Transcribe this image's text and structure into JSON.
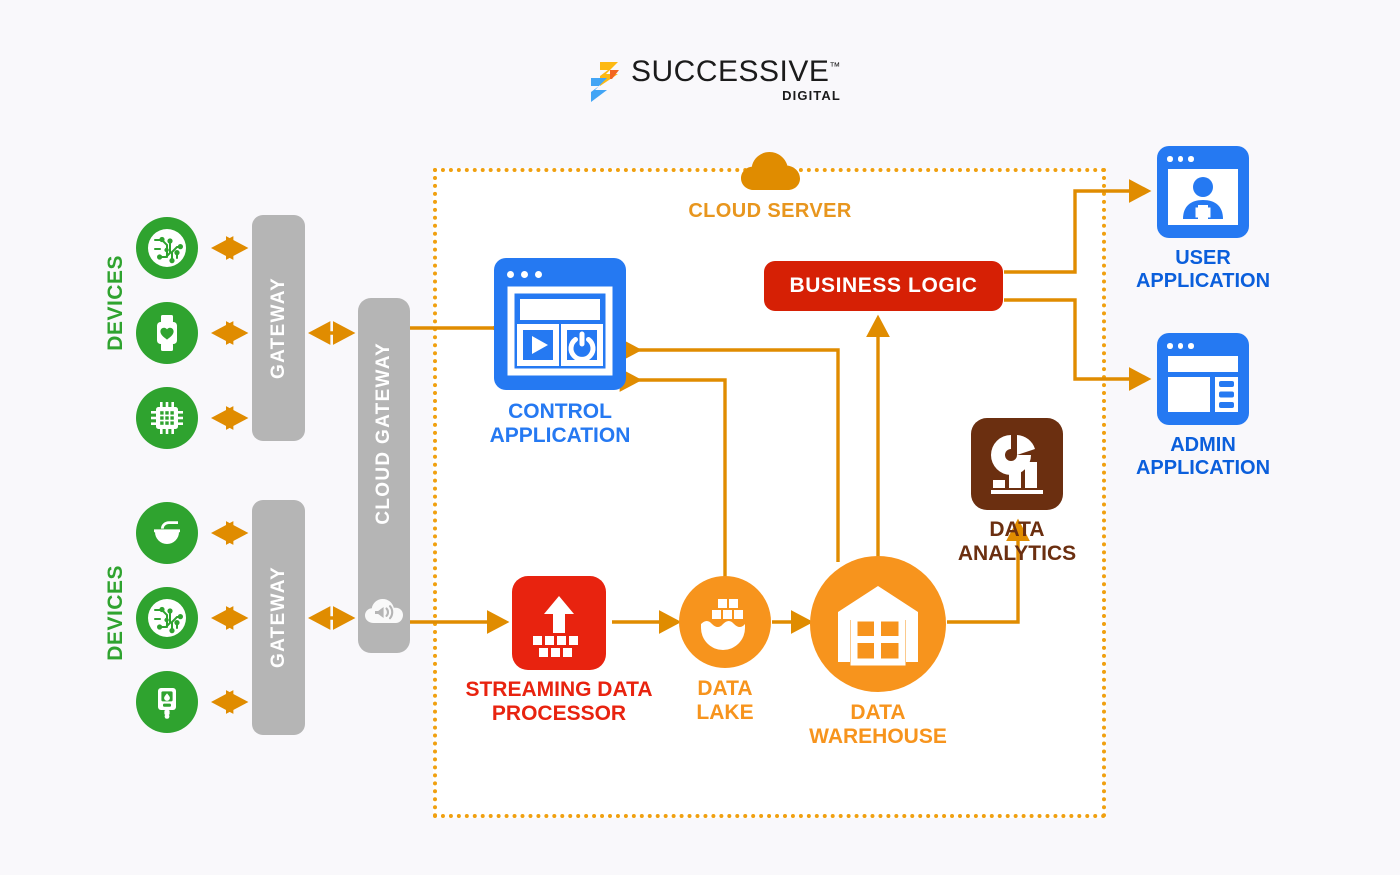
{
  "brand": {
    "name": "SUCCESSIVE",
    "tm": "™",
    "sub": "DIGITAL",
    "mark_colors": {
      "yellow": "#fdb913",
      "orange": "#f26522",
      "blue": "#42a5f5"
    }
  },
  "colors": {
    "background": "#f9f8fb",
    "boundary_dotted": "#f0a010",
    "device_green": "#2fa32f",
    "gateway_gray": "#b5b5b5",
    "app_blue": "#2579f2",
    "business_logic_red": "#d62005",
    "stream_processor_red": "#e8230f",
    "data_orange": "#f7941d",
    "analytics_brown": "#6b2f10",
    "cloud_server_orange": "#e8961e",
    "arrow_orange": "#e08c00"
  },
  "sections": {
    "devices_top_label": "DEVICES",
    "devices_bottom_label": "DEVICES"
  },
  "devices": {
    "top": [
      {
        "icon": "circuit-board-icon",
        "name": "device-circuit-board"
      },
      {
        "icon": "smartwatch-heart-icon",
        "name": "device-smartwatch"
      },
      {
        "icon": "microchip-icon",
        "name": "device-microchip"
      }
    ],
    "bottom": [
      {
        "icon": "smart-cooker-icon",
        "name": "device-smart-cooker"
      },
      {
        "icon": "circuit-board-icon",
        "name": "device-circuit-board"
      },
      {
        "icon": "glucose-meter-icon",
        "name": "device-glucose-meter"
      }
    ]
  },
  "gateways": {
    "top_label": "GATEWAY",
    "bottom_label": "GATEWAY",
    "cloud_label": "CLOUD GATEWAY",
    "cloud_icon": "cloud-signal-icon"
  },
  "cloud": {
    "server_label": "CLOUD SERVER",
    "server_icon": "cloud-icon"
  },
  "nodes": {
    "control_application": {
      "label_line1": "CONTROL",
      "label_line2": "APPLICATION",
      "icon": "control-panel-window-icon"
    },
    "business_logic": {
      "label": "BUSINESS LOGIC"
    },
    "streaming_data_processor": {
      "label_line1": "STREAMING DATA",
      "label_line2": "PROCESSOR",
      "icon": "stream-upload-icon"
    },
    "data_lake": {
      "label_line1": "DATA",
      "label_line2": "LAKE",
      "icon": "data-lake-icon"
    },
    "data_warehouse": {
      "label_line1": "DATA",
      "label_line2": "WAREHOUSE",
      "icon": "warehouse-icon"
    },
    "data_analytics": {
      "label_line1": "DATA",
      "label_line2": "ANALYTICS",
      "icon": "analytics-chart-icon"
    },
    "user_application": {
      "label_line1": "USER",
      "label_line2": "APPLICATION",
      "icon": "user-profile-window-icon"
    },
    "admin_application": {
      "label_line1": "ADMIN",
      "label_line2": "APPLICATION",
      "icon": "admin-dashboard-window-icon"
    }
  },
  "flows": [
    {
      "from": "device-top-1",
      "to": "gateway-top",
      "type": "bidirectional"
    },
    {
      "from": "device-top-2",
      "to": "gateway-top",
      "type": "bidirectional"
    },
    {
      "from": "device-top-3",
      "to": "gateway-top",
      "type": "bidirectional"
    },
    {
      "from": "device-bottom-1",
      "to": "gateway-bottom",
      "type": "bidirectional"
    },
    {
      "from": "device-bottom-2",
      "to": "gateway-bottom",
      "type": "bidirectional"
    },
    {
      "from": "device-bottom-3",
      "to": "gateway-bottom",
      "type": "bidirectional"
    },
    {
      "from": "gateway-top",
      "to": "cloud-gateway",
      "type": "bidirectional"
    },
    {
      "from": "gateway-bottom",
      "to": "cloud-gateway",
      "type": "bidirectional"
    },
    {
      "from": "cloud-gateway",
      "to": "control-application",
      "type": "directed"
    },
    {
      "from": "cloud-gateway",
      "to": "streaming-data-processor",
      "type": "directed"
    },
    {
      "from": "streaming-data-processor",
      "to": "data-lake",
      "type": "directed"
    },
    {
      "from": "data-lake",
      "to": "data-warehouse",
      "type": "directed"
    },
    {
      "from": "data-lake",
      "to": "control-application",
      "type": "directed"
    },
    {
      "from": "data-warehouse",
      "to": "control-application",
      "type": "directed"
    },
    {
      "from": "data-warehouse",
      "to": "business-logic",
      "type": "directed"
    },
    {
      "from": "data-warehouse",
      "to": "data-analytics",
      "type": "directed"
    },
    {
      "from": "business-logic",
      "to": "user-application",
      "type": "directed"
    },
    {
      "from": "business-logic",
      "to": "admin-application",
      "type": "directed"
    }
  ]
}
